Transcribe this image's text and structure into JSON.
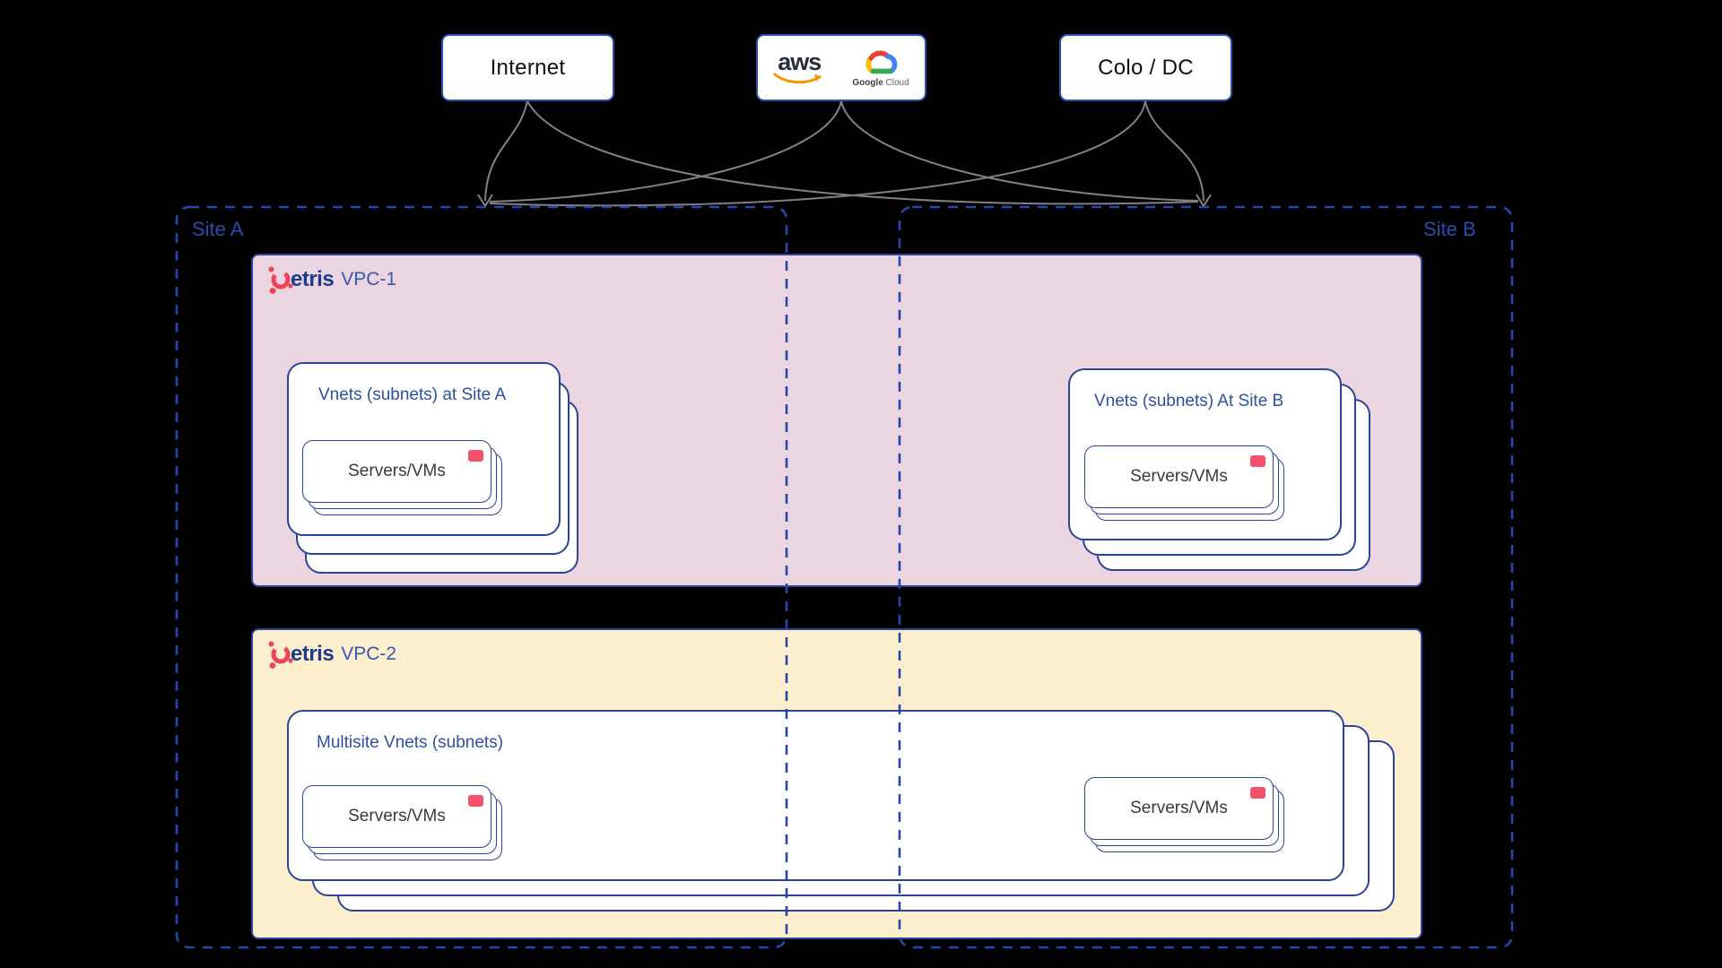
{
  "diagram": {
    "top_nodes": {
      "internet": "Internet",
      "colo": "Colo / DC",
      "aws": "aws",
      "gcp_google": "Google",
      "gcp_cloud": " Cloud"
    },
    "sites": {
      "a": "Site A",
      "b": "Site B"
    },
    "brand": {
      "name_rest": "etris"
    },
    "vpc1": {
      "label": "VPC-1",
      "site_a_card_title": "Vnets (subnets) at Site A",
      "site_b_card_title": "Vnets (subnets) At Site B",
      "server_a": "Servers/VMs",
      "server_b": "Servers/VMs"
    },
    "vpc2": {
      "label": "VPC-2",
      "multisite_card_title": "Multisite Vnets (subnets)",
      "server_left": "Servers/VMs",
      "server_right": "Servers/VMs"
    },
    "colors": {
      "background": "#000000",
      "card_border_blue": "#2b4398",
      "dashed_site_blue": "#2746ab",
      "site_label_blue": "#2c4cad",
      "card_title_blue": "#2e4fa3",
      "vpc1_pink": "#ead5e1",
      "vpc2_cream": "#fcefcd",
      "netris_red": "#ee4458",
      "badge_red": "#f4516d",
      "connector_gray": "#828282",
      "aws_dark": "#252f3e",
      "aws_orange": "#f79400"
    }
  }
}
